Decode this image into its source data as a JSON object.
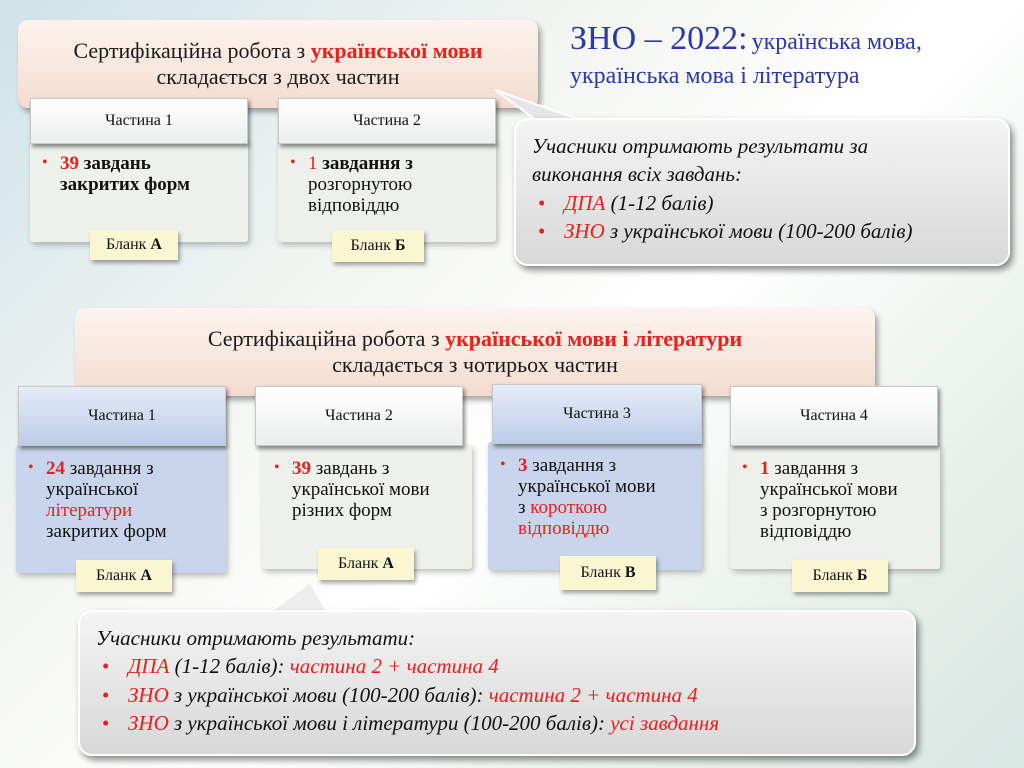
{
  "title": {
    "main": "ЗНО – 2022:",
    "rest1": "українська мова,",
    "rest2": "українська мова і література"
  },
  "block1": {
    "header_pre": "Сертифікаційна робота з",
    "header_red": "української мови",
    "header_line2": "складається з двох частин",
    "parts": [
      {
        "tab": "Частина 1",
        "num": "39",
        "text1": " завдань",
        "text2": "закритих форм",
        "blank_label": "Бланк",
        "blank_letter": "А"
      },
      {
        "tab": "Частина 2",
        "num": "1",
        "text1": " завдання з",
        "text2": "розгорнутою",
        "text3": "відповіддю",
        "blank_label": "Бланк",
        "blank_letter": "Б"
      }
    ],
    "results": {
      "intro1": "Учасники отримають результати за",
      "intro2": "виконання всіх завдань:",
      "items": [
        {
          "red": "ДПА",
          "rest": " (1-12 балів)"
        },
        {
          "red": "ЗНО",
          "rest": " з української мови (100-200 балів)"
        }
      ]
    }
  },
  "block2": {
    "header_pre": "Сертифікаційна робота з",
    "header_red": "української мови і літератури",
    "header_line2": "складається з чотирьох частин",
    "parts": [
      {
        "tab": "Частина 1",
        "num": "24",
        "l1": " завдання з",
        "l2": "української",
        "l3_red": "літератури",
        "l4": "закритих форм",
        "blank_label": "Бланк",
        "blank_letter": "А"
      },
      {
        "tab": "Частина 2",
        "num": "39",
        "l1": " завдань з",
        "l2": "української мови",
        "l3": "різних форм",
        "blank_label": "Бланк",
        "blank_letter": "А"
      },
      {
        "tab": "Частина 3",
        "num": "3",
        "l1": " завдання з",
        "l2": "української мови",
        "l3_pre": "з ",
        "l3_red": "короткою",
        "l4_red": "відповіддю",
        "blank_label": "Бланк",
        "blank_letter": "В"
      },
      {
        "tab": "Частина 4",
        "num": "1",
        "l1": " завдання з",
        "l2": "української мови",
        "l3": "з розгорнутою",
        "l4": "відповіддю",
        "blank_label": "Бланк",
        "blank_letter": "Б"
      }
    ],
    "results": {
      "intro": "Учасники отримають результати:",
      "items": [
        {
          "red1": "ДПА",
          "black": " (1-12 балів):",
          "red2": " частина 2 + частина 4"
        },
        {
          "red1": "ЗНО",
          "black": " з української мови (100-200 балів):",
          "red2": " частина 2 + частина 4"
        },
        {
          "red1": "ЗНО",
          "black": " з української мови і літератури (100-200 балів):",
          "red2": " усі завдання"
        }
      ]
    }
  }
}
